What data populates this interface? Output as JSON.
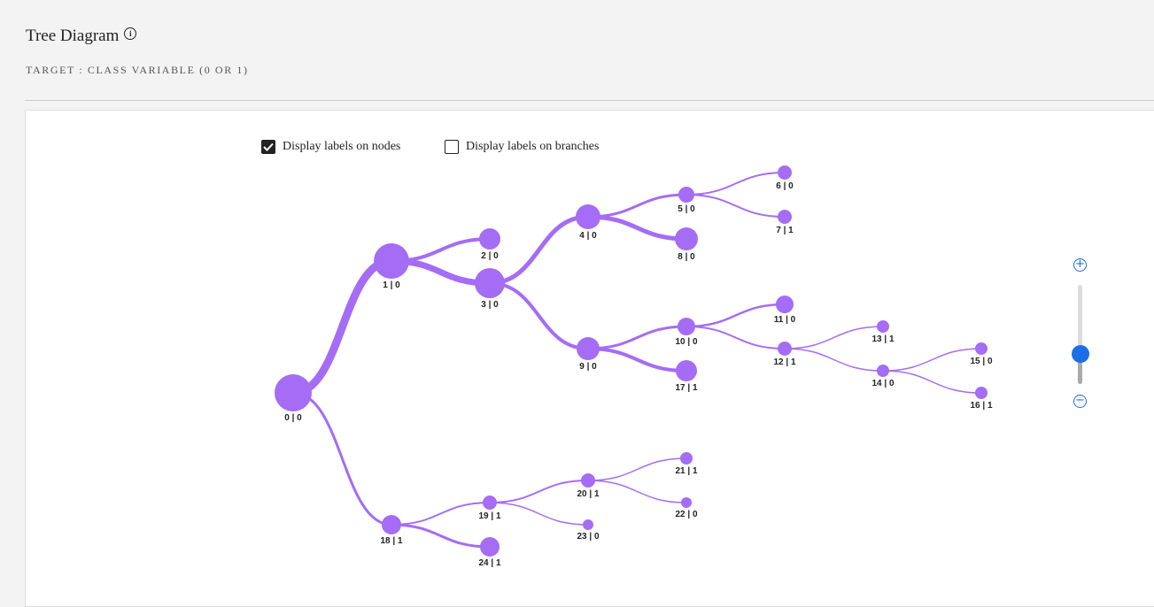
{
  "header": {
    "title": "Tree Diagram",
    "info_icon": "info-icon"
  },
  "subtitle": "TARGET : CLASS VARIABLE (0 OR 1)",
  "options": {
    "nodes_label": "Display labels on nodes",
    "nodes_checked": true,
    "branches_label": "Display labels on branches",
    "branches_checked": false
  },
  "zoom": {
    "zoom_in_icon": "plus-circle-icon",
    "zoom_out_icon": "minus-circle-icon",
    "level": 0.3
  },
  "colors": {
    "node": "#a56cf5",
    "accent": "#1a6fe8"
  },
  "tree": {
    "nodes": [
      {
        "id": 0,
        "label": "0 | 0"
      },
      {
        "id": 1,
        "label": "1 | 0"
      },
      {
        "id": 2,
        "label": "2 | 0"
      },
      {
        "id": 3,
        "label": "3 | 0"
      },
      {
        "id": 4,
        "label": "4 | 0"
      },
      {
        "id": 5,
        "label": "5 | 0"
      },
      {
        "id": 6,
        "label": "6 | 0"
      },
      {
        "id": 7,
        "label": "7 | 1"
      },
      {
        "id": 8,
        "label": "8 | 0"
      },
      {
        "id": 9,
        "label": "9 | 0"
      },
      {
        "id": 10,
        "label": "10 | 0"
      },
      {
        "id": 11,
        "label": "11 | 0"
      },
      {
        "id": 12,
        "label": "12 | 1"
      },
      {
        "id": 13,
        "label": "13 | 1"
      },
      {
        "id": 14,
        "label": "14 | 0"
      },
      {
        "id": 15,
        "label": "15 | 0"
      },
      {
        "id": 16,
        "label": "16 | 1"
      },
      {
        "id": 17,
        "label": "17 | 1"
      },
      {
        "id": 18,
        "label": "18 | 1"
      },
      {
        "id": 19,
        "label": "19 | 1"
      },
      {
        "id": 20,
        "label": "20 | 1"
      },
      {
        "id": 21,
        "label": "21 | 1"
      },
      {
        "id": 22,
        "label": "22 | 0"
      },
      {
        "id": 23,
        "label": "23 | 0"
      },
      {
        "id": 24,
        "label": "24 | 1"
      }
    ],
    "edges": [
      [
        0,
        1
      ],
      [
        0,
        18
      ],
      [
        1,
        2
      ],
      [
        1,
        3
      ],
      [
        3,
        4
      ],
      [
        3,
        9
      ],
      [
        4,
        5
      ],
      [
        4,
        8
      ],
      [
        5,
        6
      ],
      [
        5,
        7
      ],
      [
        9,
        10
      ],
      [
        9,
        17
      ],
      [
        10,
        11
      ],
      [
        10,
        12
      ],
      [
        12,
        13
      ],
      [
        12,
        14
      ],
      [
        14,
        15
      ],
      [
        14,
        16
      ],
      [
        18,
        19
      ],
      [
        18,
        24
      ],
      [
        19,
        20
      ],
      [
        19,
        23
      ],
      [
        20,
        21
      ],
      [
        20,
        22
      ]
    ]
  }
}
